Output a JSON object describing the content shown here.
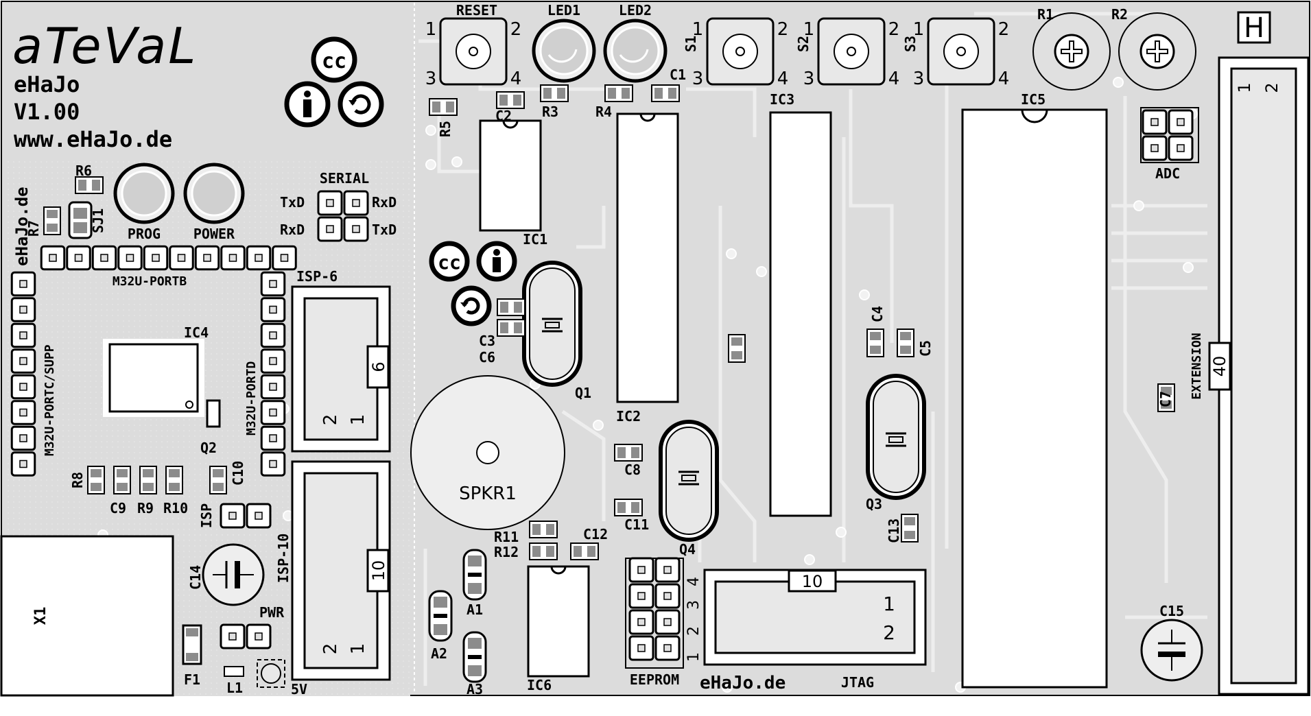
{
  "brand": {
    "logo": "aTeVaL",
    "name": "eHaJo",
    "version": "V1.00",
    "url": "www.eHaJo.de",
    "side_label": "eHaJo.de",
    "bottom_label": "eHaJo.de",
    "cc_text": "cc"
  },
  "labels": {
    "reset": "RESET",
    "led1": "LED1",
    "led2": "LED2",
    "s1": "S1",
    "s2": "S2",
    "s3": "S3",
    "r1": "R1",
    "r2": "R2",
    "r3": "R3",
    "r4": "R4",
    "r5": "R5",
    "r6": "R6",
    "r7": "R7",
    "r8": "R8",
    "r9": "R9",
    "r10": "R10",
    "r11": "R11",
    "r12": "R12",
    "c1": "C1",
    "c2": "C2",
    "c3": "C3",
    "c4": "C4",
    "c5": "C5",
    "c6": "C6",
    "c7": "C7",
    "c8": "C8",
    "c9": "C9",
    "c10": "C10",
    "c11": "C11",
    "c12": "C12",
    "c13": "C13",
    "c14": "C14",
    "c15": "C15",
    "ic1": "IC1",
    "ic2": "IC2",
    "ic3": "IC3",
    "ic4": "IC4",
    "ic5": "IC5",
    "ic6": "IC6",
    "q1": "Q1",
    "q2": "Q2",
    "q3": "Q3",
    "q4": "Q4",
    "a1": "A1",
    "a2": "A2",
    "a3": "A3",
    "sj1": "SJ1",
    "prog": "PROG",
    "power": "POWER",
    "serial": "SERIAL",
    "txd": "TxD",
    "rxd": "RxD",
    "m32u_portb": "M32U-PORTB",
    "m32u_portc": "M32U-PORTC/SUPP",
    "m32u_portd": "M32U-PORTD",
    "isp6": "ISP-6",
    "isp10": "ISP-10",
    "isp": "ISP",
    "pwr": "PWR",
    "spkr1": "SPKR1",
    "x1": "X1",
    "f1": "F1",
    "l1": "L1",
    "v5": "5V",
    "adc": "ADC",
    "extension": "EXTENSION",
    "eeprom": "EEPROM",
    "jtag": "JTAG",
    "h_mark": "H"
  },
  "pin_numbers": {
    "one": "1",
    "two": "2",
    "three": "3",
    "four": "4",
    "six": "6",
    "ten": "10",
    "forty": "40"
  },
  "colors": {
    "board": "#d9d9d9",
    "background": "#ffffff",
    "trace": "#eeeeee",
    "silk": "#000000",
    "pad": "#f4f4f4",
    "smd": "#8c8c8c"
  }
}
